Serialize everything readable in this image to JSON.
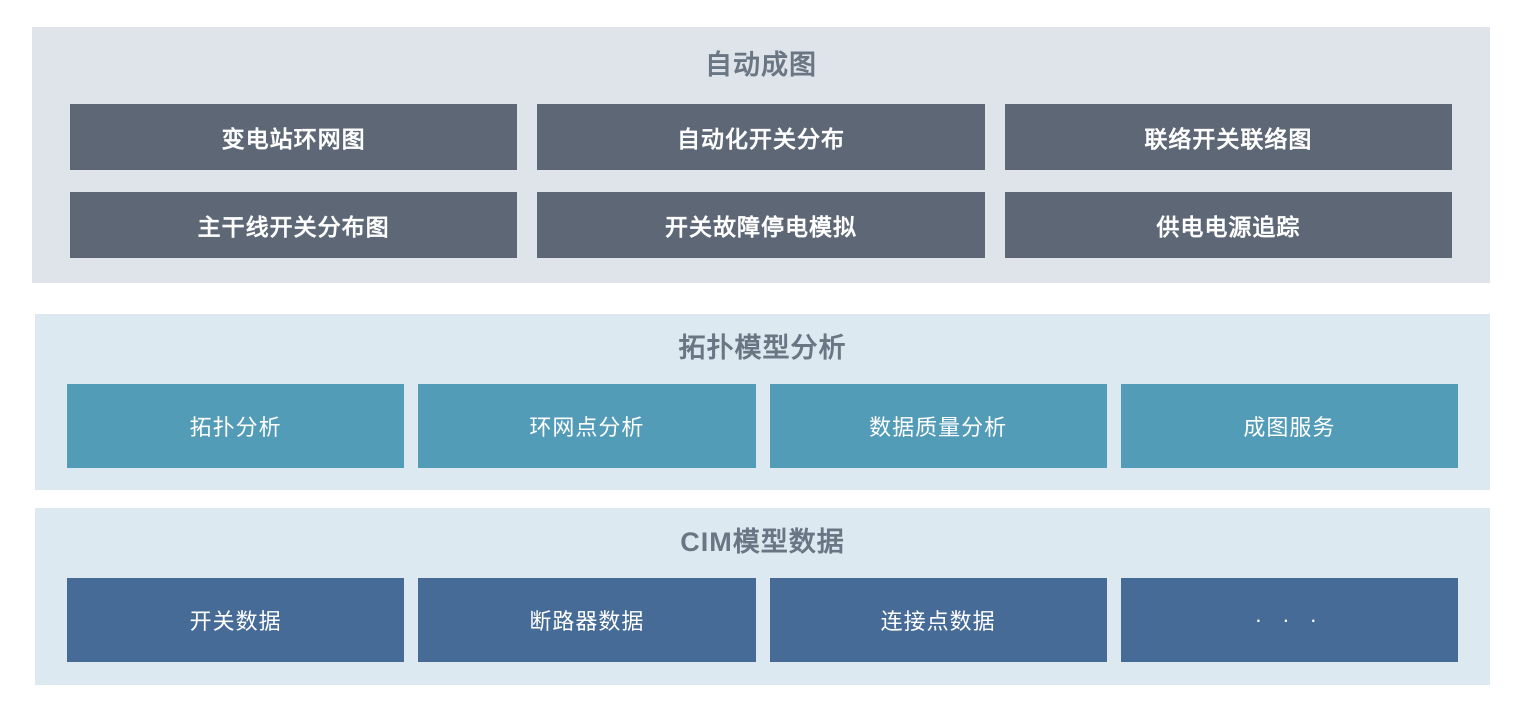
{
  "colors": {
    "panel_dark_bg": "#dfe3ea",
    "panel_light_bg": "#dde9f0",
    "button_slate": "#5d6776",
    "button_teal": "#539cb8",
    "button_steel": "#466b96",
    "title_text": "#6b7684",
    "button_text": "#ffffff"
  },
  "panels": [
    {
      "id": "auto-mapping",
      "title": "自动成图",
      "columns": [
        {
          "top": "变电站环网图",
          "bottom": "主干线开关分布图"
        },
        {
          "top": "自动化开关分布",
          "bottom": "开关故障停电模拟"
        },
        {
          "top": "联络开关联络图",
          "bottom": "供电电源追踪"
        }
      ]
    },
    {
      "id": "topology",
      "title": "拓扑模型分析",
      "buttons": [
        "拓扑分析",
        "环网点分析",
        "数据质量分析",
        "成图服务"
      ]
    },
    {
      "id": "cim",
      "title": "CIM模型数据",
      "buttons": [
        "开关数据",
        "断路器数据",
        "连接点数据",
        "· · ·"
      ]
    }
  ]
}
